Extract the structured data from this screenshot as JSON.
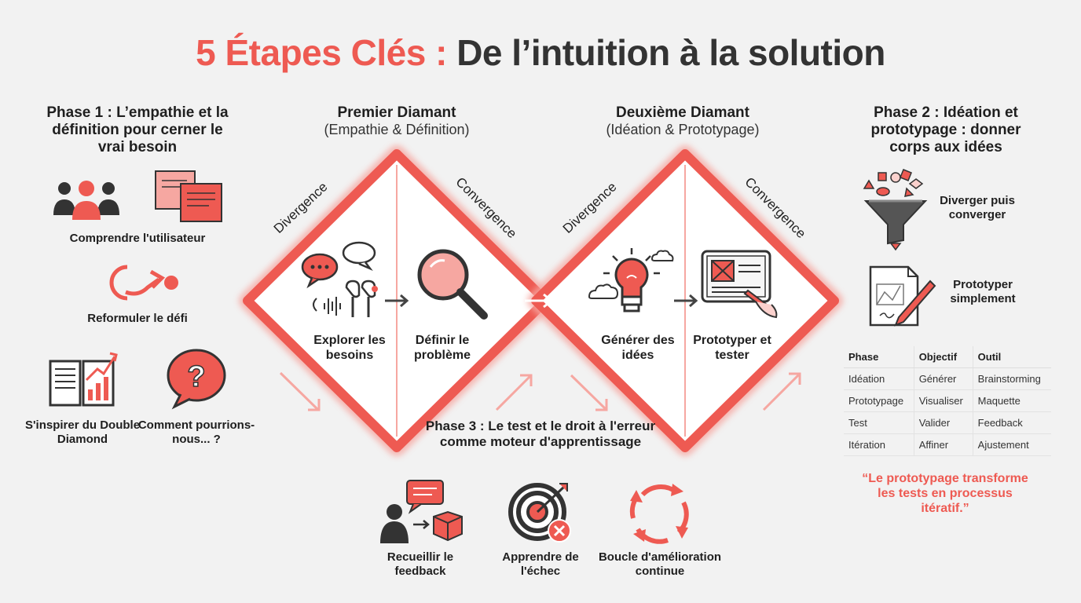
{
  "title": {
    "accent": "5 Étapes Clés :",
    "main": "De l’intuition à la solution"
  },
  "phase1": {
    "heading": "Phase 1 : L’empathie et la définition pour cerner le vrai besoin",
    "items": [
      "Comprendre l'utilisateur",
      "Reformuler le défi",
      "S'inspirer du Double Diamond",
      "Comment pourrions-nous... ?"
    ]
  },
  "diamond1": {
    "title": "Premier Diamant",
    "subtitle": "(Empathie & Définition)",
    "divergence": "Divergence",
    "convergence": "Convergence",
    "left_label": "Explorer les besoins",
    "right_label": "Définir le problème"
  },
  "diamond2": {
    "title": "Deuxième Diamant",
    "subtitle": "(Idéation & Prototypage)",
    "divergence": "Divergence",
    "convergence": "Convergence",
    "left_label": "Générer des idées",
    "right_label": "Prototyper et tester"
  },
  "phase2": {
    "heading": "Phase 2 : Idéation et prototypage : donner corps aux idées",
    "items": [
      "Diverger puis converger",
      "Prototyper simplement"
    ],
    "table": {
      "headers": [
        "Phase",
        "Objectif",
        "Outil"
      ],
      "rows": [
        [
          "Idéation",
          "Générer",
          "Brainstorming"
        ],
        [
          "Prototypage",
          "Visualiser",
          "Maquette"
        ],
        [
          "Test",
          "Valider",
          "Feedback"
        ],
        [
          "Itération",
          "Affiner",
          "Ajustement"
        ]
      ]
    },
    "quote": "“Le prototypage transforme les tests en processus itératif.”"
  },
  "phase3": {
    "heading": "Phase 3 : Le test et le droit à l'erreur comme moteur d'apprentissage",
    "items": [
      "Recueillir le feedback",
      "Apprendre de l'échec",
      "Boucle d'amélioration continue"
    ]
  },
  "colors": {
    "accent": "#ee5a52",
    "dark": "#333333",
    "pink": "#f6a7a1",
    "light_pink": "#fbd1cd"
  }
}
